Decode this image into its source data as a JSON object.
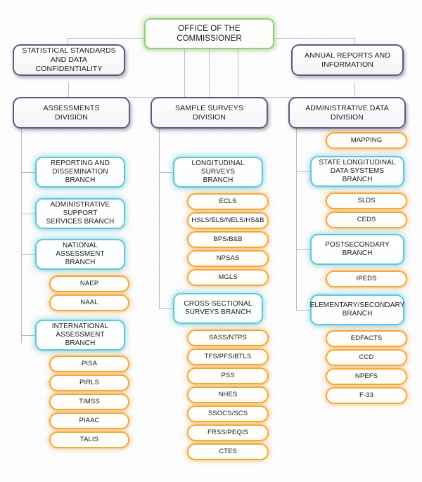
{
  "diagram": {
    "title": "Office of the Commissioner organizational chart",
    "colors": {
      "commissioner_border": "#8fd07a",
      "division_border": "#5a5b7d",
      "branch_border": "#5ec8d8",
      "program_border": "#f5a83a",
      "connector": "#b9bcc6",
      "background": "#fdfdfd",
      "text": "#1b1b1b"
    },
    "root": {
      "label": "OFFICE OF THE COMMISSIONER",
      "tier": "commissioner"
    },
    "staff_offices": [
      {
        "label": "STATISTICAL STANDARDS AND DATA CONFIDENTIALITY",
        "line1": "STATISTICAL STANDARDS",
        "line2": "AND DATA CONFIDENTIALITY",
        "tier": "staff"
      },
      {
        "label": "ANNUAL REPORTS AND INFORMATION",
        "line1": "ANNUAL REPORTS AND",
        "line2": "INFORMATION",
        "tier": "staff"
      }
    ],
    "divisions": [
      {
        "label": "ASSESSMENTS DIVISION",
        "line1": "ASSESSMENTS",
        "line2": "DIVISION",
        "tier": "division",
        "direct_programs": [],
        "branches": [
          {
            "label": "REPORTING AND DISSEMINATION BRANCH",
            "line1": "REPORTING AND",
            "line2": "DISSEMINATION BRANCH",
            "tier": "branch",
            "programs": []
          },
          {
            "label": "ADMINISTRATIVE SUPPORT SERVICES BRANCH",
            "line1": "ADMINISTRATIVE SUPPORT",
            "line2": "SERVICES BRANCH",
            "tier": "branch",
            "programs": []
          },
          {
            "label": "NATIONAL ASSESSMENT BRANCH",
            "line1": "NATIONAL ASSESSMENT",
            "line2": "BRANCH",
            "tier": "branch",
            "programs": [
              {
                "label": "NAEP"
              },
              {
                "label": "NAAL"
              }
            ]
          },
          {
            "label": "INTERNATIONAL ASSESSMENT BRANCH",
            "line1": "INTERNATIONAL",
            "line2": "ASSESSMENT BRANCH",
            "tier": "branch",
            "programs": [
              {
                "label": "PISA"
              },
              {
                "label": "PIRLS"
              },
              {
                "label": "TIMSS"
              },
              {
                "label": "PIAAC"
              },
              {
                "label": "TALIS"
              }
            ]
          }
        ]
      },
      {
        "label": "SAMPLE SURVEYS DIVISION",
        "line1": "SAMPLE SURVEYS",
        "line2": "DIVISION",
        "tier": "division",
        "direct_programs": [],
        "branches": [
          {
            "label": "LONGITUDINAL SURVEYS BRANCH",
            "line1": "LONGITUDINAL SURVEYS",
            "line2": "BRANCH",
            "tier": "branch",
            "programs": [
              {
                "label": "ECLS"
              },
              {
                "label": "HSLS/ELS/NELS/HS&B"
              },
              {
                "label": "BPS/B&B"
              },
              {
                "label": "NPSAS"
              },
              {
                "label": "MGLS"
              }
            ]
          },
          {
            "label": "CROSS-SECTIONAL SURVEYS BRANCH",
            "line1": "CROSS-SECTIONAL",
            "line2": "SURVEYS BRANCH",
            "tier": "branch",
            "programs": [
              {
                "label": "SASS/NTPS"
              },
              {
                "label": "TFS/PFS/BTLS"
              },
              {
                "label": "PSS"
              },
              {
                "label": "NHES"
              },
              {
                "label": "SSOCS/SCS"
              },
              {
                "label": "FRSS/PEQIS"
              },
              {
                "label": "CTES"
              }
            ]
          }
        ]
      },
      {
        "label": "ADMINISTRATIVE DATA DIVISION",
        "line1": "ADMINISTRATIVE DATA",
        "line2": "DIVISION",
        "tier": "division",
        "direct_programs": [
          {
            "label": "MAPPING"
          }
        ],
        "branches": [
          {
            "label": "STATE LONGITUDINAL DATA SYSTEMS BRANCH",
            "line1": "STATE LONGITUDINAL",
            "line2": "DATA SYSTEMS BRANCH",
            "tier": "branch",
            "programs": [
              {
                "label": "SLDS"
              },
              {
                "label": "CEDS"
              }
            ]
          },
          {
            "label": "POSTSECONDARY BRANCH",
            "line1": "POSTSECONDARY BRANCH",
            "line2": "",
            "tier": "branch",
            "programs": [
              {
                "label": "IPEDS"
              }
            ]
          },
          {
            "label": "ELEMENTARY/SECONDARY BRANCH",
            "line1": "ELEMENTARY/SECONDARY",
            "line2": "BRANCH",
            "tier": "branch",
            "programs": [
              {
                "label": "EDFACTS"
              },
              {
                "label": "CCD"
              },
              {
                "label": "NPEFS"
              },
              {
                "label": "F-33"
              }
            ]
          }
        ]
      }
    ]
  }
}
